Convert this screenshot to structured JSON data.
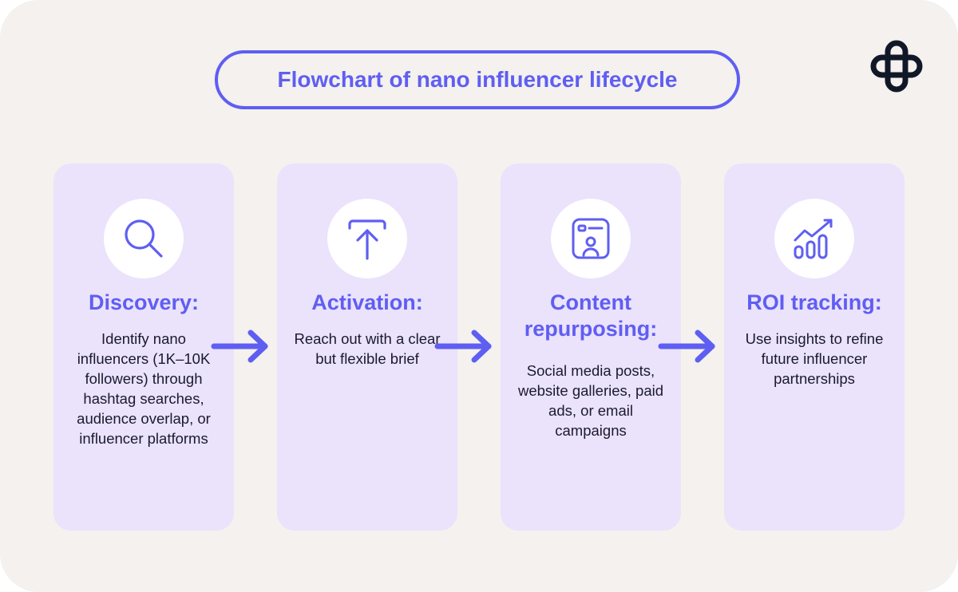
{
  "title": "Flowchart of nano influencer lifecycle",
  "accent_color": "#5f5ef2",
  "card_color": "#ebe2fc",
  "background_color": "#f4f1ee",
  "logo": {
    "icon": "interlocking-loops-logo"
  },
  "steps": [
    {
      "icon": "search-icon",
      "title": "Discovery:",
      "body": "Identify nano influencers (1K–10K followers) through hashtag searches, audience overlap, or influencer platforms"
    },
    {
      "icon": "upload-arrow-icon",
      "title": "Activation:",
      "body": "Reach out with a clear but flexible brief"
    },
    {
      "icon": "profile-content-icon",
      "title": "Content repurposing:",
      "body": "Social media posts, website galleries, paid ads, or email campaigns"
    },
    {
      "icon": "chart-growth-icon",
      "title": "ROI tracking:",
      "body": "Use insights to refine future influencer partnerships"
    }
  ]
}
